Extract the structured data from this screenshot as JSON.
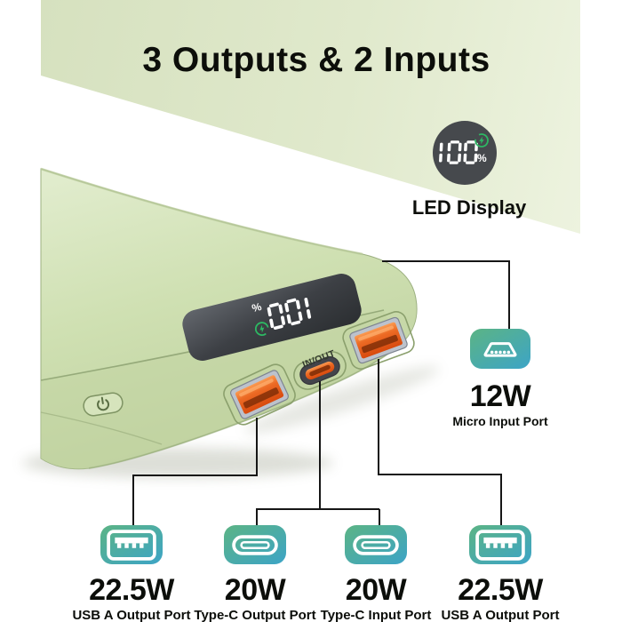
{
  "title": "3 Outputs & 2 Inputs",
  "led_badge": {
    "value": "100",
    "percent": "%",
    "label": "LED Display"
  },
  "device": {
    "display_value": "100",
    "display_percent": "%",
    "port_marking": "IN/OUT"
  },
  "micro_callout": {
    "wattage": "12W",
    "label": "Micro Input Port",
    "connector": "micro-usb"
  },
  "port_callouts": [
    {
      "wattage": "22.5W",
      "label": "USB A Output Port",
      "connector": "usb-a"
    },
    {
      "wattage": "20W",
      "label": "Type-C Output Port",
      "connector": "type-c"
    },
    {
      "wattage": "20W",
      "label": "Type-C Input Port",
      "connector": "type-c"
    },
    {
      "wattage": "22.5W",
      "label": "USB A Output Port",
      "connector": "usb-a"
    }
  ],
  "colors": {
    "band_green_start": "#d6e1bf",
    "band_green_end": "#edf3df",
    "device_green": "#cfe0b2",
    "display_panel_dark": "#3b3e42",
    "port_orange": "#e8611f",
    "chip_gradient_start": "#5ab388",
    "chip_gradient_end": "#3ea5c3",
    "charging_green": "#2db863",
    "callout_line": "#161616",
    "text": "#0c0e0a"
  }
}
